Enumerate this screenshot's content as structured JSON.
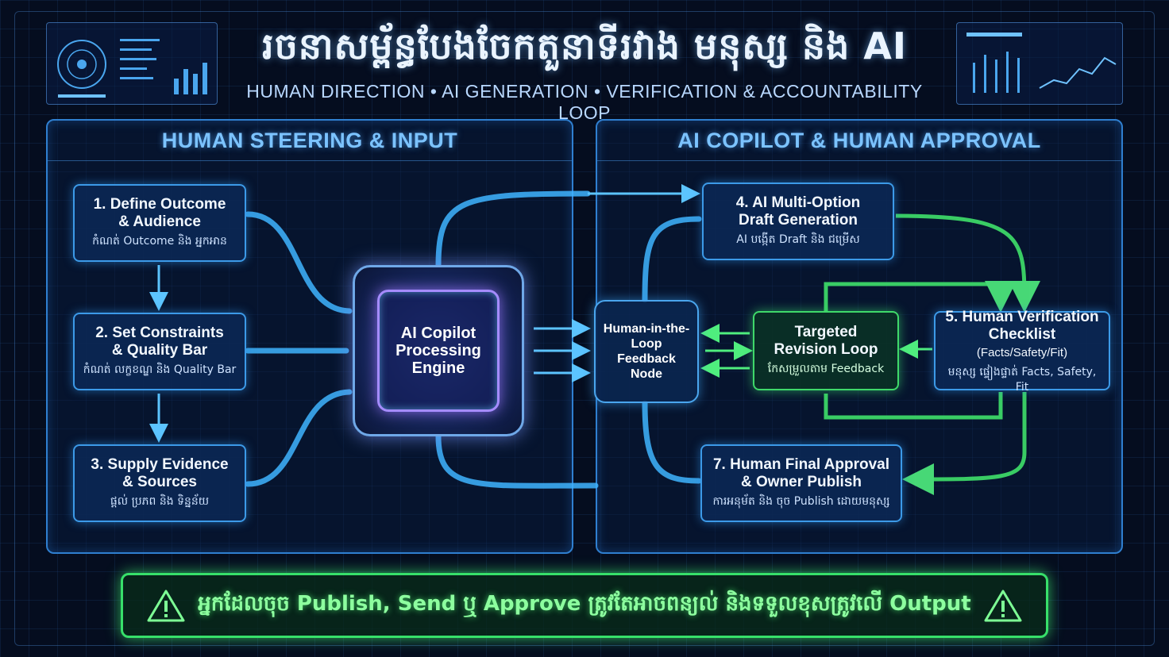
{
  "header": {
    "title": "រចនាសម្ព័ន្ធបែងចែកតួនាទីរវាង មនុស្ស និង AI",
    "subtitle": "HUMAN DIRECTION • AI GENERATION • VERIFICATION & ACCOUNTABILITY LOOP"
  },
  "panels": {
    "left_title": "HUMAN STEERING & INPUT",
    "right_title": "AI COPILOT & HUMAN APPROVAL"
  },
  "steps": {
    "s1": {
      "title_a": "1. Define Outcome",
      "title_b": "& Audience",
      "khmer": "កំណត់ Outcome និង អ្នកអាន"
    },
    "s2": {
      "title_a": "2. Set Constraints",
      "title_b": "& Quality Bar",
      "khmer": "កំណត់ លក្ខខណ្ឌ និង Quality Bar"
    },
    "s3": {
      "title_a": "3. Supply Evidence",
      "title_b": "& Sources",
      "khmer": "ផ្តល់ ប្រភព និង ទិន្នន័យ"
    },
    "s4": {
      "title_a": "4. AI Multi-Option",
      "title_b": "Draft Generation",
      "khmer": "AI បង្កើត Draft និង ជម្រើស"
    },
    "s5": {
      "title_a": "5. Human Verification",
      "title_b": "Checklist",
      "title_b_paren": "(Facts/Safety/Fit)",
      "khmer": "មនុស្ស ផ្ទៀងផ្ទាត់ Facts, Safety, Fit"
    },
    "s6": {
      "title_a": "Targeted",
      "title_b": "Revision Loop",
      "khmer": "កែសម្រួលតាម Feedback"
    },
    "s7": {
      "title_a": "7. Human Final Approval",
      "title_b": "& Owner Publish",
      "khmer": "ការអនុម័ត និង ចុច Publish ដោយមនុស្ស"
    }
  },
  "engine": {
    "label": "AI Copilot Processing Engine"
  },
  "feedback_node": {
    "label": "Human-in-the-Loop Feedback Node"
  },
  "banner": {
    "text": "អ្នកដែលចុច Publish, Send ឬ Approve ត្រូវតែអាចពន្យល់ និងទទួលខុសត្រូវលើ Output"
  },
  "colors": {
    "background": "#050d1f",
    "blue_flow": "#3fb4ff",
    "green_flow": "#3fe06a",
    "accent_purple": "#a58cff"
  },
  "icons": [
    "warning-icon",
    "warning-icon"
  ]
}
